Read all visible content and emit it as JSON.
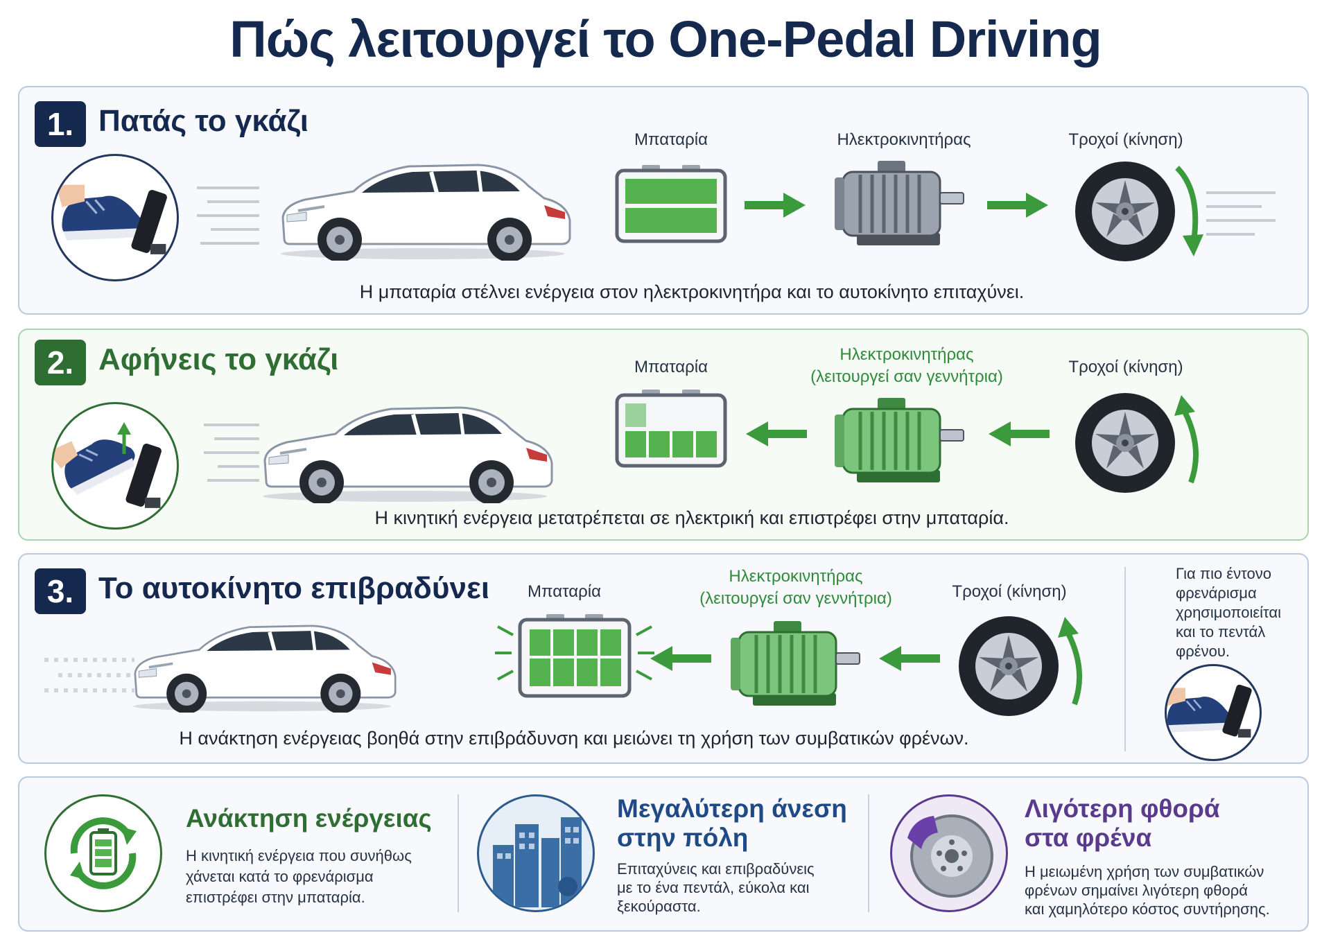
{
  "title": "Πώς λειτουργεί το One-Pedal Driving",
  "colors": {
    "navy": "#15294f",
    "green": "#2f8a3a",
    "purple": "#5a3a8c",
    "arrow_green": "#3a9a3c"
  },
  "steps": [
    {
      "number": "1.",
      "title": "Πατάς το γκάζι",
      "labels": {
        "battery": "Μπαταρία",
        "motor": "Ηλεκτροκινητήρας",
        "wheels": "Τροχοί (κίνηση)"
      },
      "caption": "Η μπαταρία στέλνει ενέργεια στον ηλεκτροκινητήρα και το αυτοκίνητο επιταχύνει."
    },
    {
      "number": "2.",
      "title": "Αφήνεις το γκάζι",
      "labels": {
        "battery": "Μπαταρία",
        "motor_line1": "Ηλεκτροκινητήρας",
        "motor_line2": "(λειτουργεί σαν γεννήτρια)",
        "wheels": "Τροχοί (κίνηση)"
      },
      "caption": "Η κινητική ενέργεια μετατρέπεται σε ηλεκτρική και επιστρέφει στην μπαταρία."
    },
    {
      "number": "3.",
      "title": "Το αυτοκίνητο επιβραδύνει",
      "labels": {
        "battery": "Μπαταρία",
        "motor_line1": "Ηλεκτροκινητήρας",
        "motor_line2": "(λειτουργεί σαν γεννήτρια)",
        "wheels": "Τροχοί (κίνηση)"
      },
      "caption": "Η ανάκτηση ενέργειας βοηθά στην επιβράδυνση και μειώνει τη χρήση των συμβατικών φρένων.",
      "side_note": [
        "Για πιο έντονο",
        "φρενάρισμα",
        "χρησιμοποιείται",
        "και το πεντάλ",
        "φρένου."
      ]
    }
  ],
  "benefits": [
    {
      "title": "Ανάκτηση ενέργειας",
      "text": [
        "Η κινητική ενέργεια που συνήθως",
        "χάνεται κατά το φρενάρισμα",
        "επιστρέφει στην μπαταρία."
      ],
      "icon": "battery-recycle-icon"
    },
    {
      "title": [
        "Μεγαλύτερη άνεση",
        "στην πόλη"
      ],
      "text": [
        "Επιταχύνεις και επιβραδύνεις",
        "με το ένα πεντάλ, εύκολα και",
        "ξεκούραστα."
      ],
      "icon": "city-icon"
    },
    {
      "title": [
        "Λιγότερη φθορά",
        "στα φρένα"
      ],
      "text": [
        "Η μειωμένη χρήση των συμβατικών",
        "φρένων σημαίνει λιγότερη φθορά",
        "και χαμηλότερο κόστος συντήρησης."
      ],
      "icon": "brake-disc-icon"
    }
  ]
}
